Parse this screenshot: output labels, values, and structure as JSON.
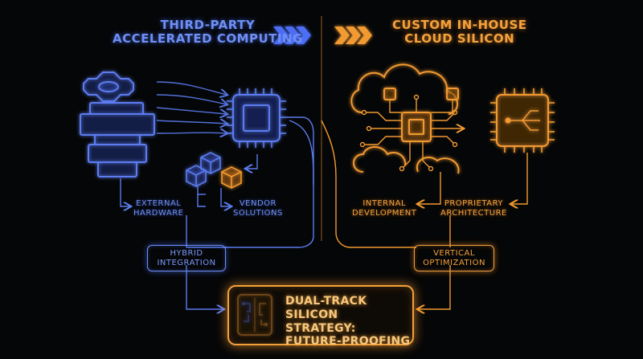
{
  "left": {
    "title_line1": "THIRD-PARTY",
    "title_line2": "ACCELERATED COMPUTING",
    "label_external_1": "EXTERNAL",
    "label_external_2": "HARDWARE",
    "label_vendor_1": "VENDOR",
    "label_vendor_2": "SOLUTIONS",
    "hybrid_1": "HYBRID",
    "hybrid_2": "INTEGRATION"
  },
  "right": {
    "title_line1": "CUSTOM IN-HOUSE",
    "title_line2": "CLOUD SILICON",
    "label_internal_1": "INTERNAL",
    "label_internal_2": "DEVELOPMENT",
    "label_proprietary_1": "PROPRIETARY",
    "label_proprietary_2": "ARCHITECTURE",
    "vertical_1": "VERTICAL",
    "vertical_2": "OPTIMIZATION"
  },
  "final": {
    "line1": "DUAL-TRACK",
    "line2": "SILICON STRATEGY:",
    "line3": "FUTURE-PROOFING"
  },
  "colors": {
    "blue": "#5b7cf0",
    "orange": "#f29a30",
    "background": "#050607"
  },
  "icons": [
    "gear-stack-icon",
    "cpu-chip-icon",
    "cube-icon",
    "cloud-circuit-icon",
    "chevron-right-icon"
  ]
}
